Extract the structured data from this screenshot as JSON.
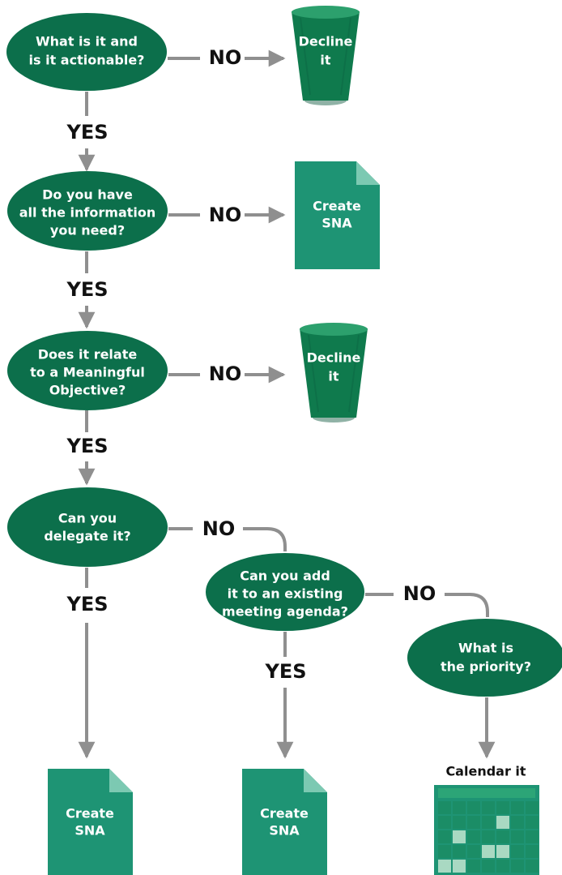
{
  "nodes": {
    "q1": {
      "lines": [
        "What is it and",
        "is it actionable?"
      ]
    },
    "q2": {
      "lines": [
        "Do you have",
        "all the information",
        "you need?"
      ]
    },
    "q3": {
      "lines": [
        "Does it relate",
        "to a Meaningful",
        "Objective?"
      ]
    },
    "q4": {
      "lines": [
        "Can you",
        "delegate it?"
      ]
    },
    "q5": {
      "lines": [
        "Can you add",
        "it to an existing",
        "meeting agenda?"
      ]
    },
    "q6": {
      "lines": [
        "What is",
        "the priority?"
      ]
    }
  },
  "edge_labels": {
    "no": "NO",
    "yes": "YES"
  },
  "outcomes": {
    "decline_1": {
      "lines": [
        "Decline",
        "it"
      ]
    },
    "create_1": {
      "lines": [
        "Create",
        "SNA"
      ]
    },
    "decline_2": {
      "lines": [
        "Decline",
        "it"
      ]
    },
    "create_2": {
      "lines": [
        "Create",
        "SNA"
      ]
    },
    "create_3": {
      "lines": [
        "Create",
        "SNA"
      ]
    },
    "calendar": {
      "label": "Calendar it",
      "highlighted_cells": [
        [
          1,
          4
        ],
        [
          2,
          1
        ],
        [
          3,
          3
        ],
        [
          3,
          4
        ],
        [
          4,
          0
        ],
        [
          4,
          1
        ]
      ]
    }
  }
}
